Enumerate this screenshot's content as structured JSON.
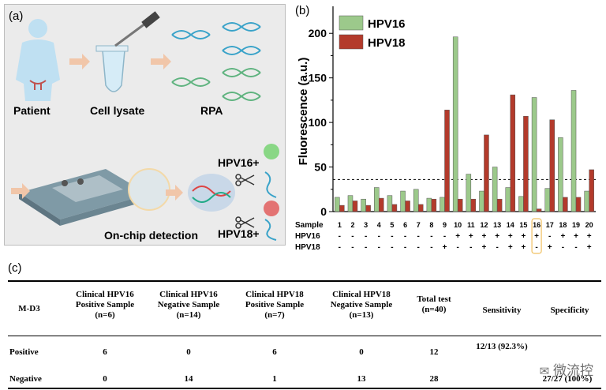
{
  "panel_a": {
    "label": "(a)",
    "steps": [
      "Patient",
      "Cell lysate",
      "RPA"
    ],
    "detection_label": "On-chip detection",
    "result_labels": [
      "HPV16+",
      "HPV18+"
    ]
  },
  "chart_data": {
    "type": "bar",
    "panel_label": "(b)",
    "ylabel": "Fluorescence (a.u.)",
    "ylim": [
      0,
      225
    ],
    "yticks": [
      0,
      50,
      100,
      150,
      200
    ],
    "threshold": 36,
    "legend_position": "top-left",
    "categories": [
      "1",
      "2",
      "3",
      "4",
      "5",
      "6",
      "7",
      "8",
      "9",
      "10",
      "11",
      "12",
      "13",
      "14",
      "15",
      "16",
      "17",
      "18",
      "19",
      "20"
    ],
    "series": [
      {
        "name": "HPV16",
        "color": "#9cc98b",
        "values": [
          16,
          18,
          14,
          27,
          18,
          23,
          25,
          15,
          16,
          196,
          42,
          23,
          50,
          27,
          17,
          128,
          26,
          83,
          136,
          23
        ]
      },
      {
        "name": "HPV18",
        "color": "#b33a2b",
        "values": [
          7,
          12,
          7,
          15,
          8,
          12,
          8,
          14,
          114,
          14,
          14,
          86,
          14,
          131,
          107,
          3,
          103,
          16,
          16,
          47
        ]
      }
    ],
    "sample_row_label": "Sample",
    "hpv16_row_label": "HPV16",
    "hpv18_row_label": "HPV18",
    "hpv16_signs": [
      "-",
      "-",
      "-",
      "-",
      "-",
      "-",
      "-",
      "-",
      "-",
      "+",
      "+",
      "+",
      "+",
      "+",
      "+",
      "+",
      "-",
      "+",
      "+",
      "+"
    ],
    "hpv18_signs": [
      "-",
      "-",
      "-",
      "-",
      "-",
      "-",
      "-",
      "-",
      "+",
      "-",
      "-",
      "+",
      "-",
      "+",
      "+",
      "-",
      "+",
      "-",
      "-",
      "+"
    ]
  },
  "table": {
    "label": "(c)",
    "headers": [
      "M-D3",
      "Clinical HPV16 Positive Sample (n=6)",
      "Clinical HPV16 Negative Sample (n=14)",
      "Clinical HPV18 Positive Sample (n=7)",
      "Clinical  HPV18 Negative Sample (n=13)",
      "Total test (n=40)",
      "Sensitivity",
      "Specificity"
    ],
    "rows": [
      {
        "label": "Positive",
        "values": [
          "6",
          "0",
          "6",
          "0",
          "12"
        ]
      },
      {
        "label": "Negative",
        "values": [
          "0",
          "14",
          "1",
          "13",
          "28"
        ]
      }
    ],
    "sensitivity_value": "12/13 (92.3%)",
    "specificity_value": "27/27 (100%)"
  },
  "watermark": "微流控"
}
